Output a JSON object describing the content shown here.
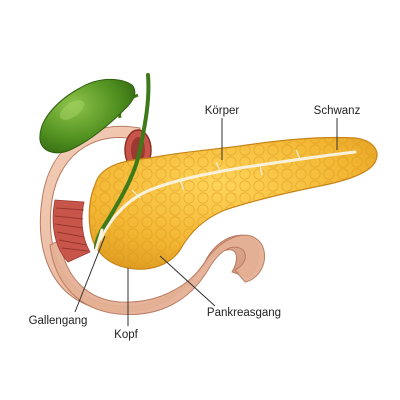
{
  "labels": {
    "body": "Körper",
    "tail": "Schwanz",
    "bile_duct": "Gallengang",
    "pancreatic_duct": "Pankreasgang",
    "head": "Kopf"
  },
  "colors": {
    "pancreas": "#f2b531",
    "pancreas_shadow": "#d8951c",
    "duodenum": "#e9b9a0",
    "duodenum_shadow": "#c98a70",
    "duodenum_inner": "#c8554a",
    "gallbladder": "#4f8f1f",
    "gallbladder_light": "#7fb83a",
    "duct": "#f8f1dc",
    "leader": "#333333"
  }
}
